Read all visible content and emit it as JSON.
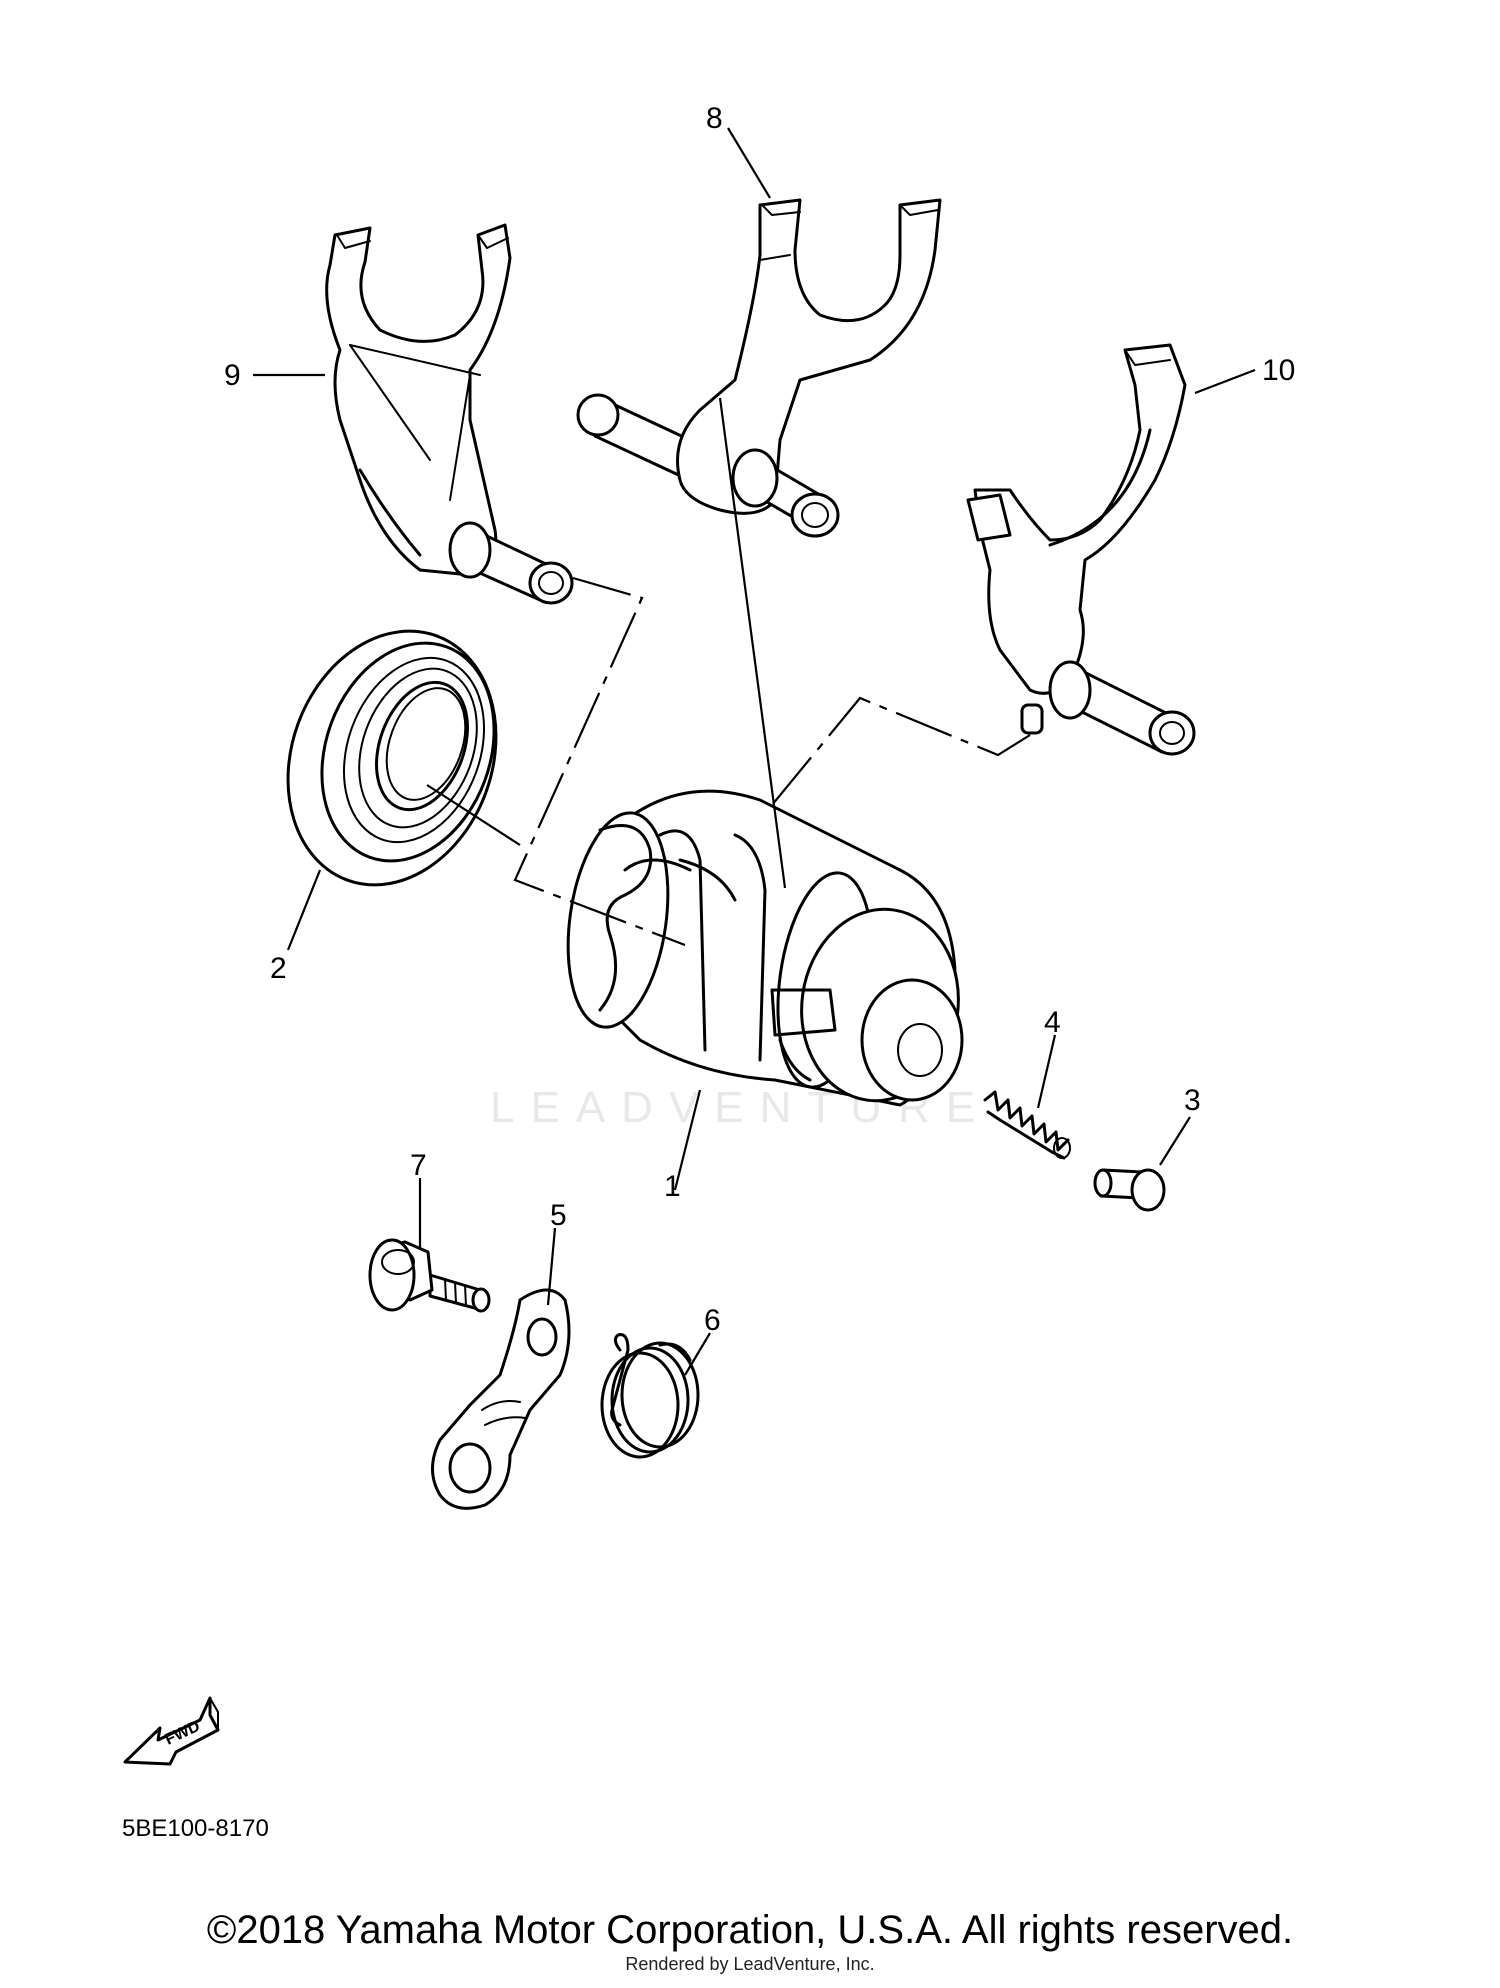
{
  "diagram": {
    "parts": [
      {
        "number": "1",
        "part": "shift-cam"
      },
      {
        "number": "2",
        "part": "bearing"
      },
      {
        "number": "3",
        "part": "pin"
      },
      {
        "number": "4",
        "part": "compression-spring"
      },
      {
        "number": "5",
        "part": "stopper-lever"
      },
      {
        "number": "6",
        "part": "torsion-spring"
      },
      {
        "number": "7",
        "part": "bolt"
      },
      {
        "number": "8",
        "part": "shift-fork-center"
      },
      {
        "number": "9",
        "part": "shift-fork-left"
      },
      {
        "number": "10",
        "part": "shift-fork-right"
      }
    ],
    "fwd_label": "FWD",
    "diagram_code": "5BE100-8170",
    "watermark": "LEADVENTURE"
  },
  "footer": {
    "copyright": "©2018 Yamaha Motor Corporation, U.S.A. All rights reserved.",
    "rendered_by": "Rendered by LeadVenture, Inc."
  }
}
